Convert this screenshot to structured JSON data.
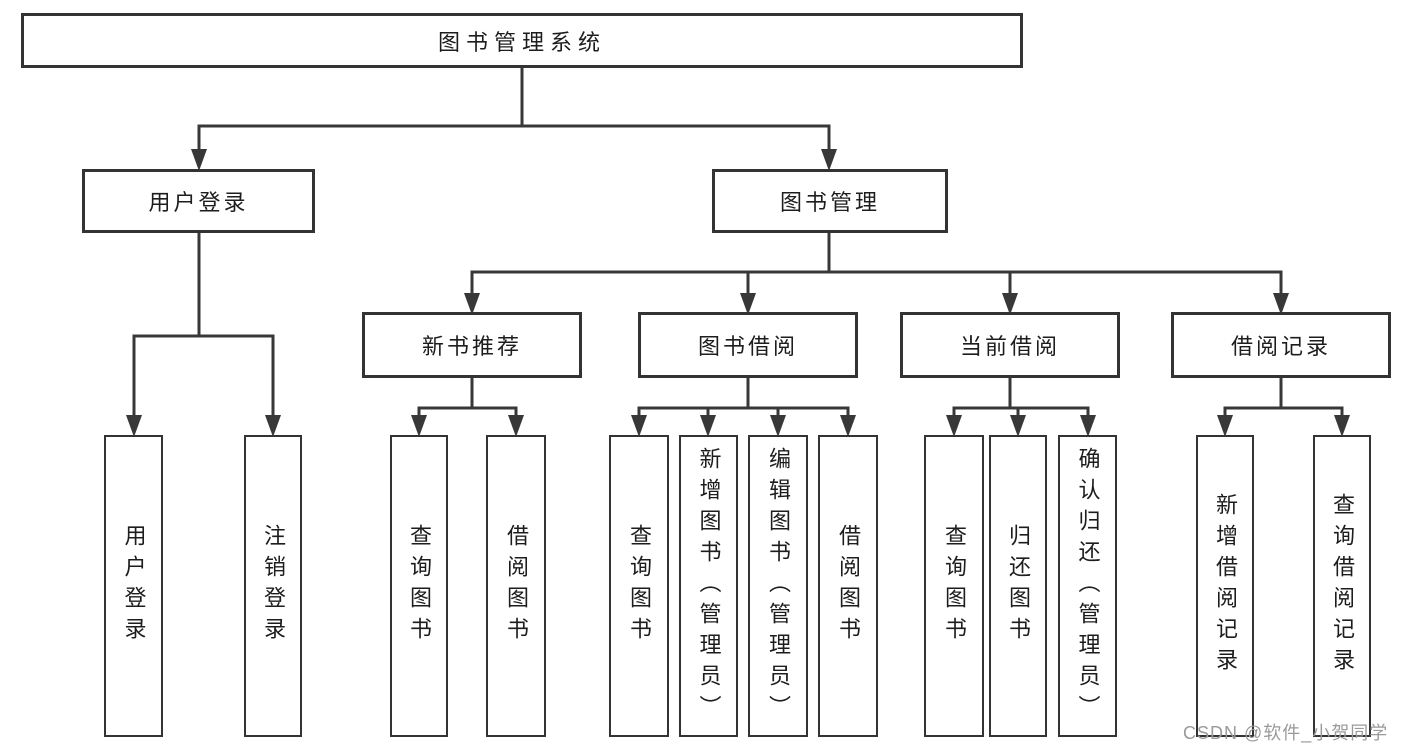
{
  "tree": {
    "root": {
      "label": "图书管理系统"
    },
    "branches": [
      {
        "label": "用户登录",
        "children": [
          {
            "label": "用户登录"
          },
          {
            "label": "注销登录"
          }
        ]
      },
      {
        "label": "图书管理",
        "children": [
          {
            "label": "新书推荐",
            "children": [
              {
                "label": "查询图书"
              },
              {
                "label": "借阅图书"
              }
            ]
          },
          {
            "label": "图书借阅",
            "children": [
              {
                "label": "查询图书"
              },
              {
                "label": "新增图书（管理员）"
              },
              {
                "label": "编辑图书（管理员）"
              },
              {
                "label": "借阅图书"
              }
            ]
          },
          {
            "label": "当前借阅",
            "children": [
              {
                "label": "查询图书"
              },
              {
                "label": "归还图书"
              },
              {
                "label": "确认归还（管理员）"
              }
            ]
          },
          {
            "label": "借阅记录",
            "children": [
              {
                "label": "新增借阅记录"
              },
              {
                "label": "查询借阅记录"
              }
            ]
          }
        ]
      }
    ]
  },
  "watermark": {
    "text": "CSDN @软件_小贺同学",
    "color": "#9a9a9a"
  },
  "colors": {
    "line": "#383838",
    "box_border": "#333333",
    "box_fill": "#ffffff",
    "text": "#1d1d1d",
    "background": "#ffffff"
  }
}
